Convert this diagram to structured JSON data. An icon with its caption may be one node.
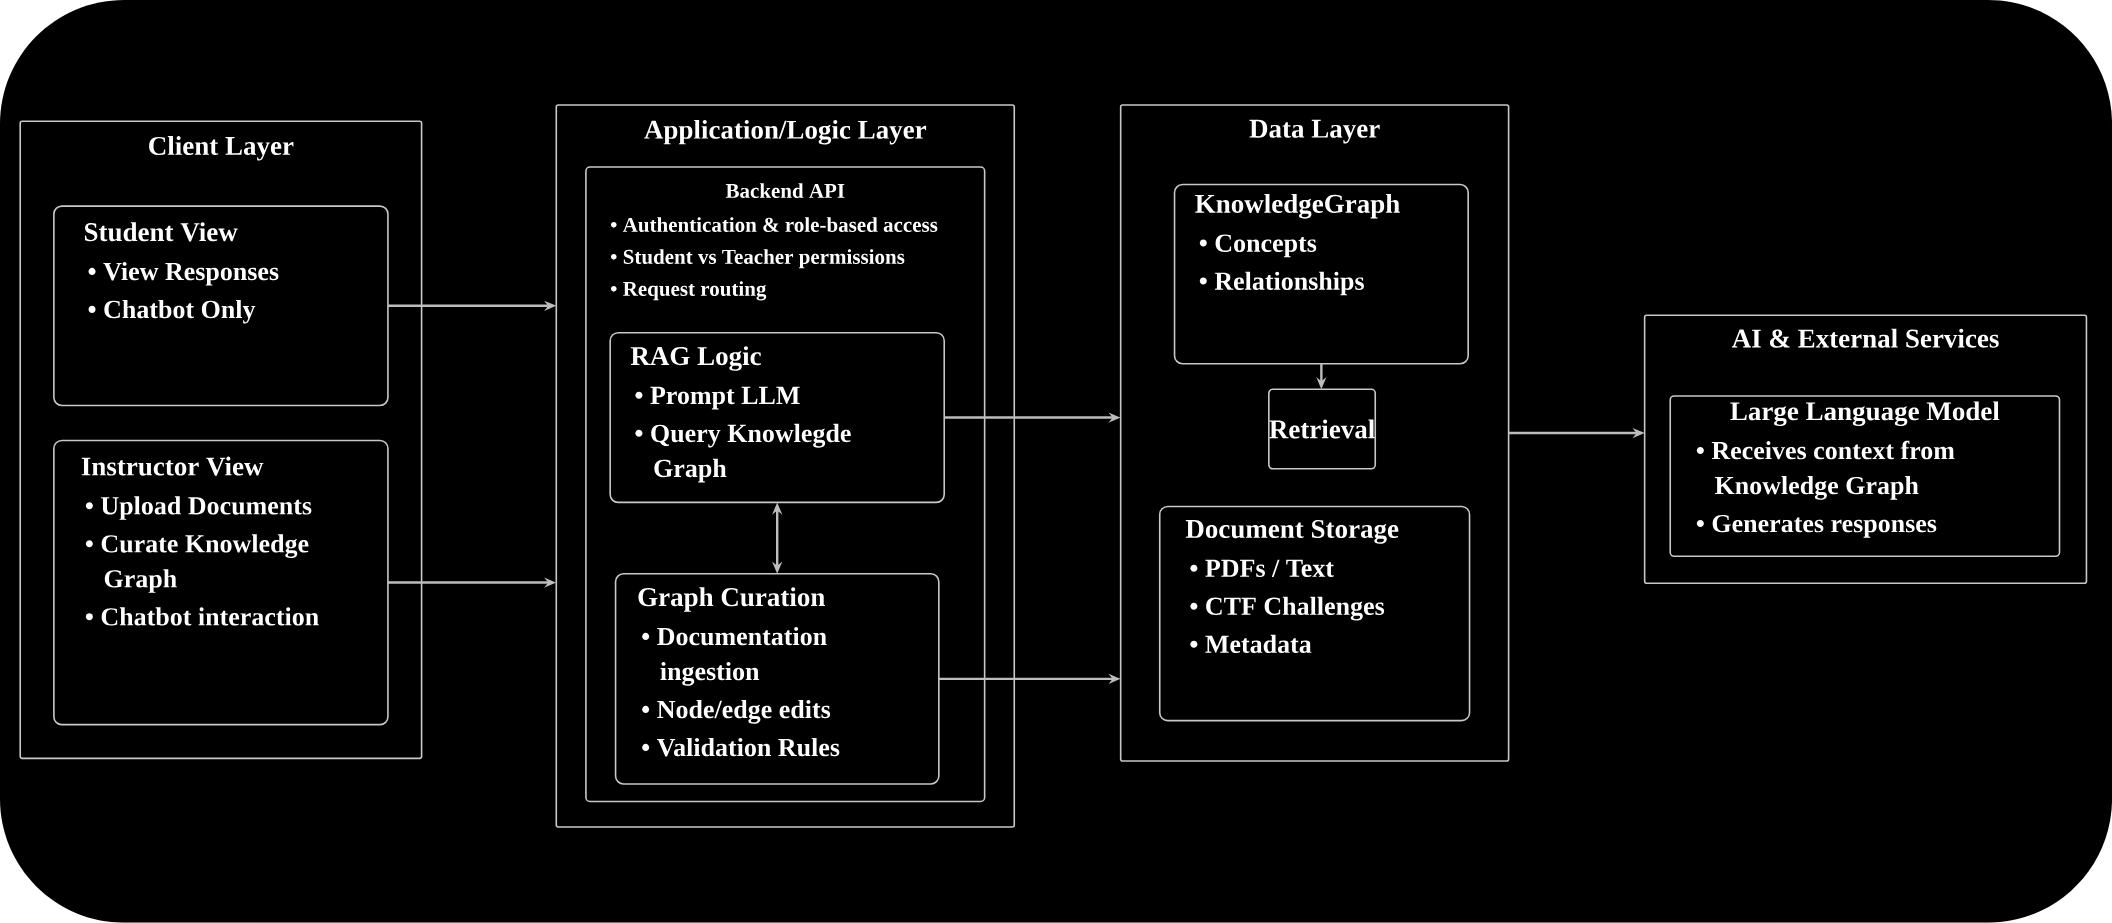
{
  "diagram": {
    "nodes": [
      {
        "text": [
          "Client Layer"
        ]
      },
      {
        "text": [
          "Student View",
          "• View Responses",
          "• Chatbot Only"
        ],
        "in": 0
      },
      {
        "text": [
          "Instructor View",
          "• Upload Documents",
          "• Curate Knowledge Graph",
          "• Chatbot interaction"
        ],
        "in": 0
      },
      {
        "text": [
          "Application/Logic Layer"
        ]
      },
      {
        "text": [
          "Backend API",
          "• Authentication & role-based access",
          "• Student vs Teacher permissions",
          "• Request routing"
        ],
        "in": 3
      },
      {
        "text": [
          "RAG Logic",
          "• Prompt LLM",
          "• Query Knowlegde Graph"
        ],
        "in": 4
      },
      {
        "text": [
          "Graph Curation",
          "• Documentation ingestion",
          "• Node/edge edits",
          "• Validation Rules"
        ],
        "in": 4
      },
      {
        "text": [
          "Data Layer"
        ]
      },
      {
        "text": [
          "KnowledgeGraph",
          "• Concepts",
          "• Relationships"
        ],
        "in": 7
      },
      {
        "text": [
          "Retrieval"
        ],
        "in": 7
      },
      {
        "text": [
          "Document Storage",
          "• PDFs / Text",
          "• CTF Challenges",
          "• Metadata"
        ],
        "in": 7
      },
      {
        "text": [
          "AI & External Services"
        ]
      },
      {
        "text": [
          "Large Language Model",
          "• Receives context from Knowledge Graph",
          "• Generates responses"
        ],
        "in": 11
      }
    ],
    "edges": [
      {
        "from": 1,
        "to": 3,
        "arrow": "to"
      },
      {
        "from": 2,
        "to": 3,
        "arrow": "to"
      },
      {
        "from": 5,
        "to": 7,
        "arrow": "to"
      },
      {
        "from": 6,
        "to": 7,
        "arrow": "to"
      },
      {
        "from": 5,
        "to": 6,
        "arrow": "both"
      },
      {
        "from": 8,
        "to": 9,
        "arrow": "to"
      },
      {
        "from": 7,
        "to": 11,
        "arrow": "to"
      }
    ]
  }
}
